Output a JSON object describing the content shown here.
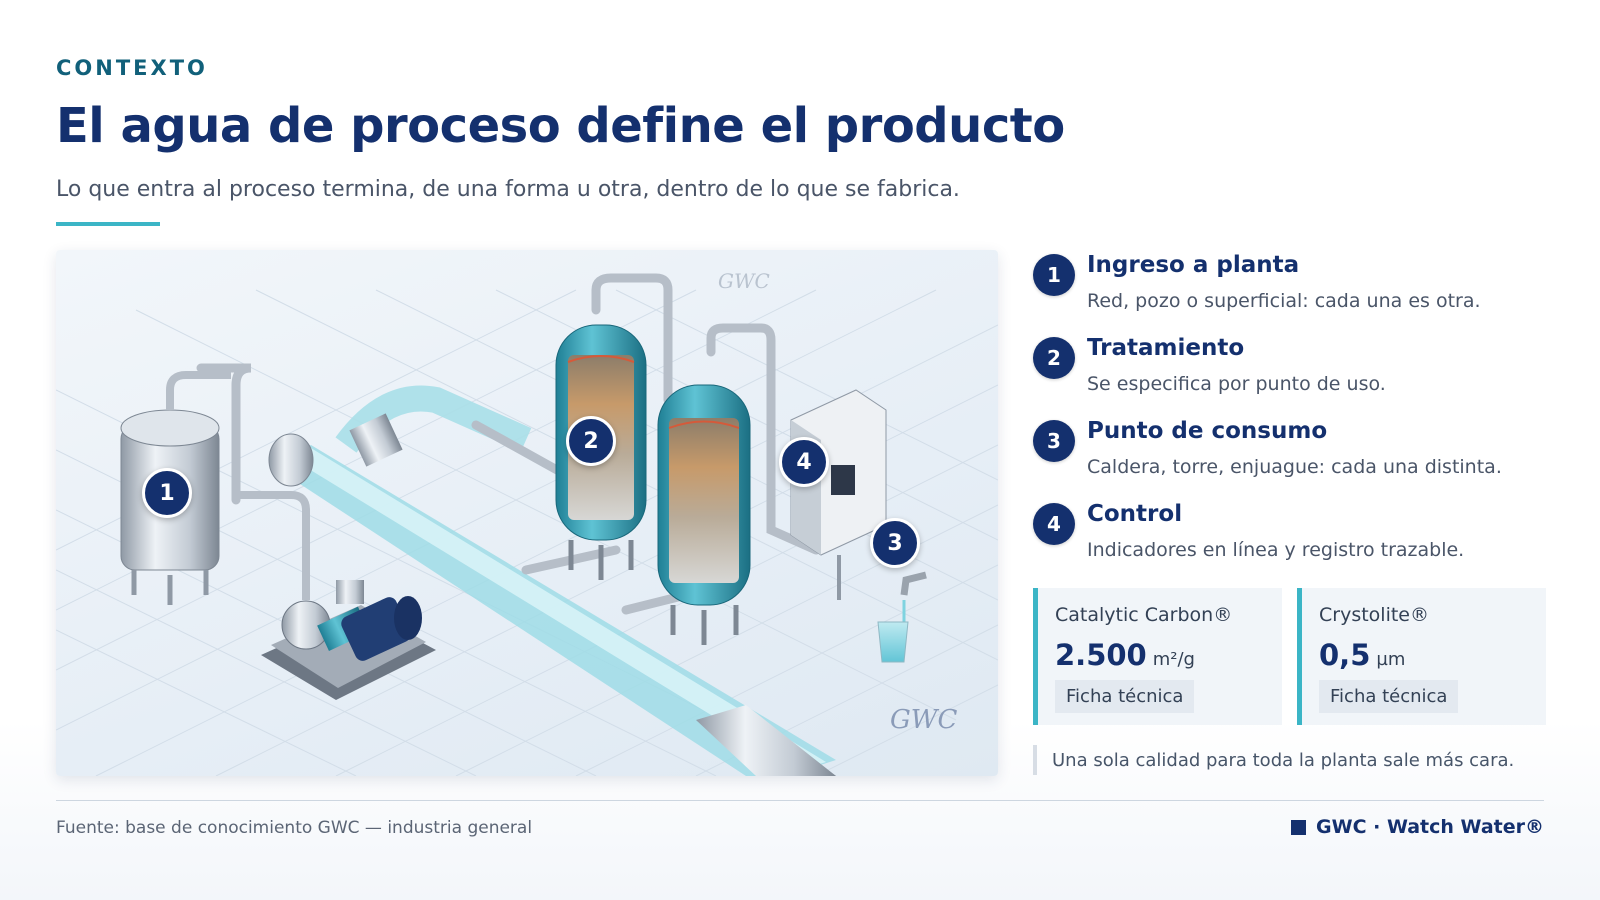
{
  "header": {
    "eyebrow": "CONTEXTO",
    "title": "El agua de proceso define el producto",
    "subtitle": "Lo que entra al proceso termina, de una forma u otra, dentro de lo que se fabrica."
  },
  "illustration": {
    "watermark": "GWC",
    "markers": [
      "1",
      "2",
      "4",
      "3"
    ]
  },
  "steps": [
    {
      "num": "1",
      "title": "Ingreso a planta",
      "desc": "Red, pozo o superficial: cada una es otra."
    },
    {
      "num": "2",
      "title": "Tratamiento",
      "desc": "Se especifica por punto de uso."
    },
    {
      "num": "3",
      "title": "Punto de consumo",
      "desc": "Caldera, torre, enjuague: cada una distinta."
    },
    {
      "num": "4",
      "title": "Control",
      "desc": "Indicadores en línea y registro trazable."
    }
  ],
  "products": [
    {
      "name": "Catalytic Carbon®",
      "value": "2.500",
      "unit": "m²/g",
      "button": "Ficha técnica"
    },
    {
      "name": "Crystolite®",
      "value": "0,5",
      "unit": "µm",
      "button": "Ficha técnica"
    }
  ],
  "note": "Una sola calidad para toda la planta sale más cara.",
  "footer": {
    "source": "Fuente: base de conocimiento GWC — industria general",
    "brand": "GWC · Watch Water®"
  },
  "colors": {
    "navy": "#14306e",
    "teal": "#3bb5c6",
    "eyebrow": "#11607a"
  }
}
